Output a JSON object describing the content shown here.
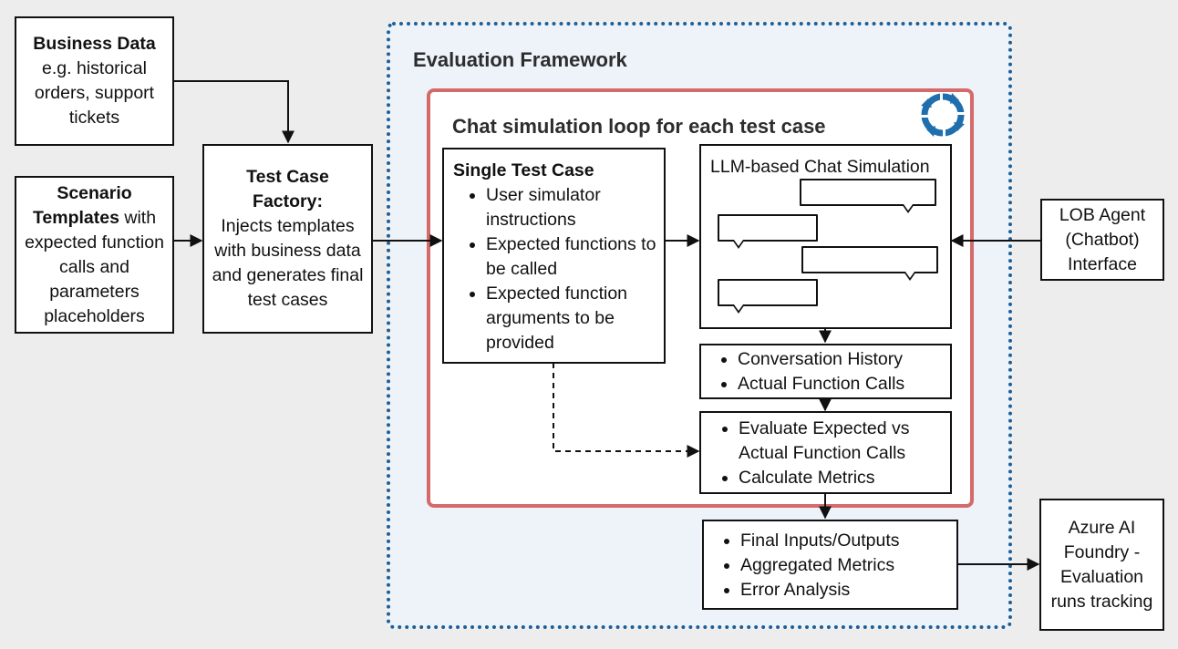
{
  "business_data": {
    "title": "Business Data",
    "body": "e.g. historical orders, support tickets"
  },
  "scenario_templates": {
    "title": "Scenario Templates",
    "body": " with expected function calls and parameters placeholders"
  },
  "test_case_factory": {
    "title": "Test Case Factory:",
    "body": "Injects templates with business data and generates final test cases"
  },
  "framework": {
    "title": "Evaluation Framework"
  },
  "loop": {
    "title": "Chat simulation loop for each test case"
  },
  "single_test_case": {
    "title": "Single Test Case",
    "items": [
      "User simulator instructions",
      "Expected functions to be called",
      "Expected function arguments to be provided"
    ]
  },
  "chat_simulation": {
    "title": "LLM-based Chat Simulation"
  },
  "history_box": {
    "items": [
      "Conversation History",
      "Actual Function Calls"
    ]
  },
  "evaluate_box": {
    "items": [
      "Evaluate Expected vs Actual Function Calls",
      "Calculate Metrics"
    ]
  },
  "final_box": {
    "items": [
      "Final Inputs/Outputs",
      "Aggregated Metrics",
      "Error Analysis"
    ]
  },
  "lob_agent": {
    "label": "LOB Agent (Chatbot) Interface"
  },
  "azure": {
    "label": "Azure AI Foundry - Evaluation runs tracking"
  },
  "colors": {
    "framework_border": "#1f5f96",
    "loop_border": "#d46a6a",
    "cycle_icon": "#1f6fae"
  }
}
